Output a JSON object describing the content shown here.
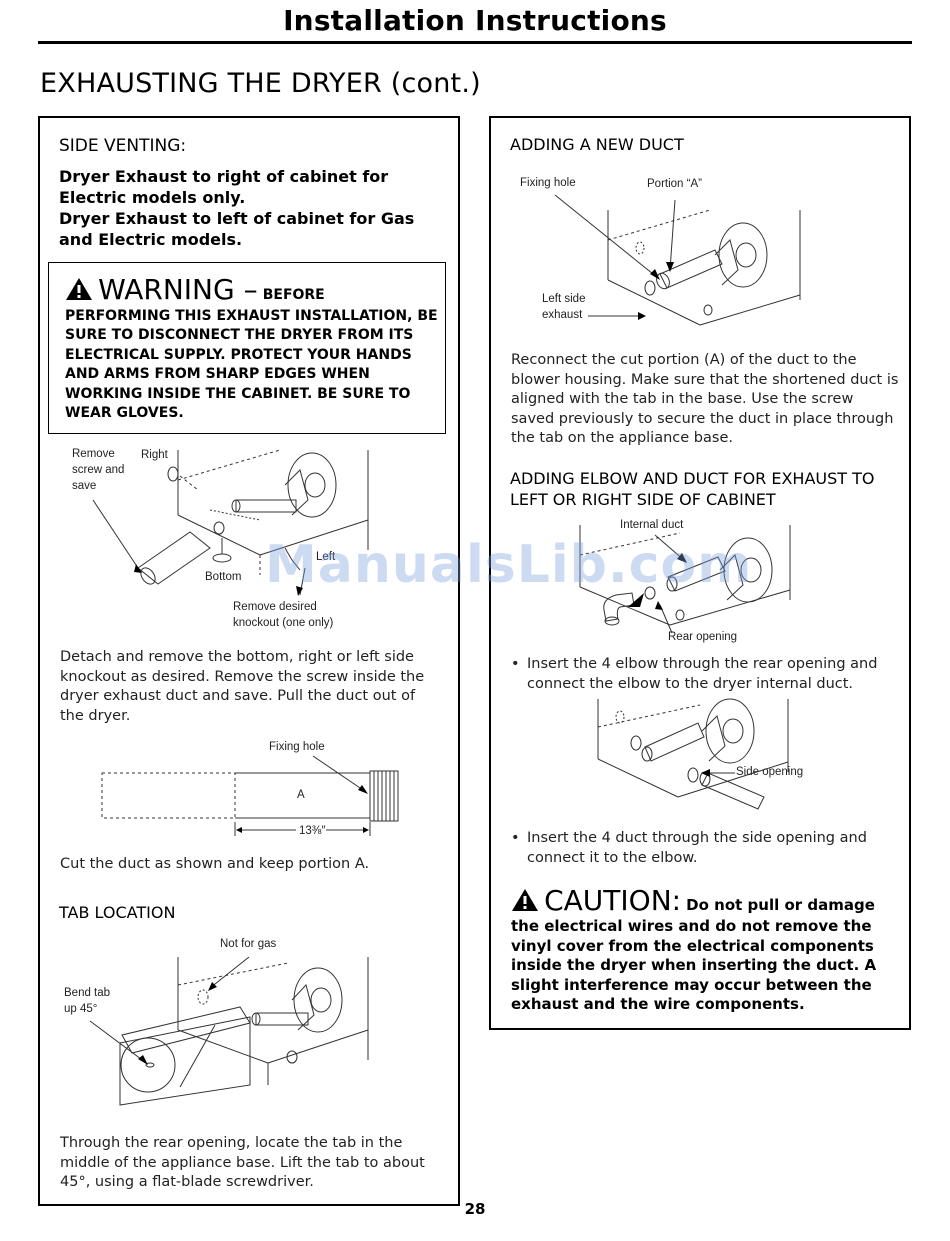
{
  "header": {
    "title": "Installation Instructions"
  },
  "section": {
    "title": "EXHAUSTING THE DRYER (cont.)"
  },
  "left": {
    "side_venting": {
      "heading": "SIDE VENTING:",
      "line1": "Dryer Exhaust to right of cabinet for Electric models only.",
      "line2": "Dryer Exhaust to left of cabinet for Gas and Electric models."
    },
    "warning": {
      "title": "WARNING –",
      "title_small": "BEFORE",
      "body": "PERFORMING THIS EXHAUST INSTALLATION, BE SURE TO DISCONNECT THE DRYER FROM ITS ELECTRICAL SUPPLY. PROTECT YOUR HANDS AND ARMS FROM SHARP EDGES WHEN WORKING INSIDE THE CABINET. BE SURE TO WEAR GLOVES."
    },
    "fig1": {
      "remove_screw": "Remove screw and save",
      "right": "Right",
      "bottom": "Bottom",
      "left": "Left",
      "knockout": "Remove desired knockout (one only)"
    },
    "detach_text": "Detach and remove the bottom, right or left side knockout as desired. Remove the screw inside the dryer exhaust duct and save. Pull the duct out of the dryer.",
    "fig2": {
      "fixing_hole": "Fixing hole",
      "a": "A",
      "dimension": "13⅜″"
    },
    "cut_text": "Cut the duct as shown and keep portion A.",
    "tab_location": {
      "heading": "TAB LOCATION",
      "not_for_gas": "Not for gas",
      "bend_tab": "Bend tab up 45°",
      "text": "Through the rear opening, locate the tab in the middle of the appliance base. Lift the tab to about 45°, using a flat-blade screwdriver."
    }
  },
  "right": {
    "new_duct": {
      "heading": "ADDING A NEW DUCT",
      "fixing_hole": "Fixing hole",
      "portion_a": "Portion “A”",
      "left_side_exhaust": "Left side exhaust",
      "text": "Reconnect the cut portion (A) of the duct to the blower housing. Make sure that the shortened duct is aligned with the tab in the base. Use the screw saved previously to secure the duct in place through the tab on the appliance base."
    },
    "elbow": {
      "heading": "ADDING ELBOW AND DUCT FOR EXHAUST TO LEFT OR RIGHT SIDE OF CABINET",
      "internal_duct": "Internal duct",
      "rear_opening": "Rear opening",
      "bullet1": "Insert the 4   elbow through the rear opening and connect the elbow to the dryer internal duct.",
      "side_opening": "Side opening",
      "bullet2": "Insert the 4   duct through the side opening and connect it to the elbow."
    },
    "caution": {
      "title": "CAUTION:",
      "lead": "Do not pull or damage",
      "body": "the electrical wires and do not remove the vinyl cover from the electrical components inside the dryer when inserting the duct. A slight interference may occur between the exhaust and the wire components."
    }
  },
  "watermark": "ManualsLib.com",
  "page_number": "28"
}
